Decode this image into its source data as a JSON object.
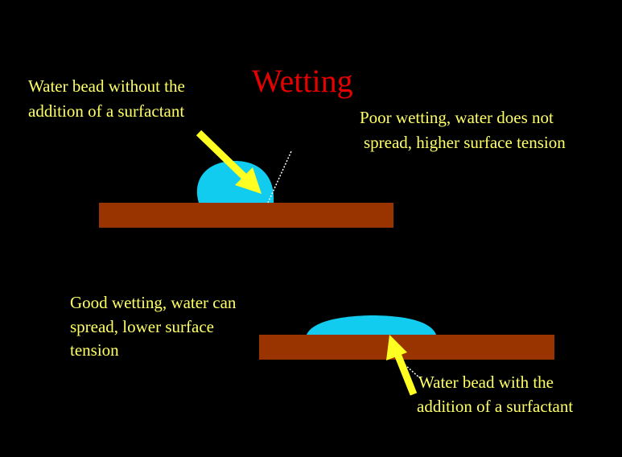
{
  "title": "Wetting",
  "labels": {
    "without_surfactant": [
      "Water bead without the",
      "addition of a surfactant"
    ],
    "poor_wetting": [
      "Poor wetting, water does not",
      "spread, higher surface tension"
    ],
    "good_wetting": [
      "Good wetting, water can",
      "spread, lower surface",
      "tension"
    ],
    "with_surfactant": [
      "Water bead with the",
      "addition of a surfactant"
    ]
  },
  "colors": {
    "background": "#000000",
    "title": "#e60000",
    "text": "#ffff66",
    "surface": "#993300",
    "water": "#11ccee",
    "arrow": "#ffff22"
  }
}
